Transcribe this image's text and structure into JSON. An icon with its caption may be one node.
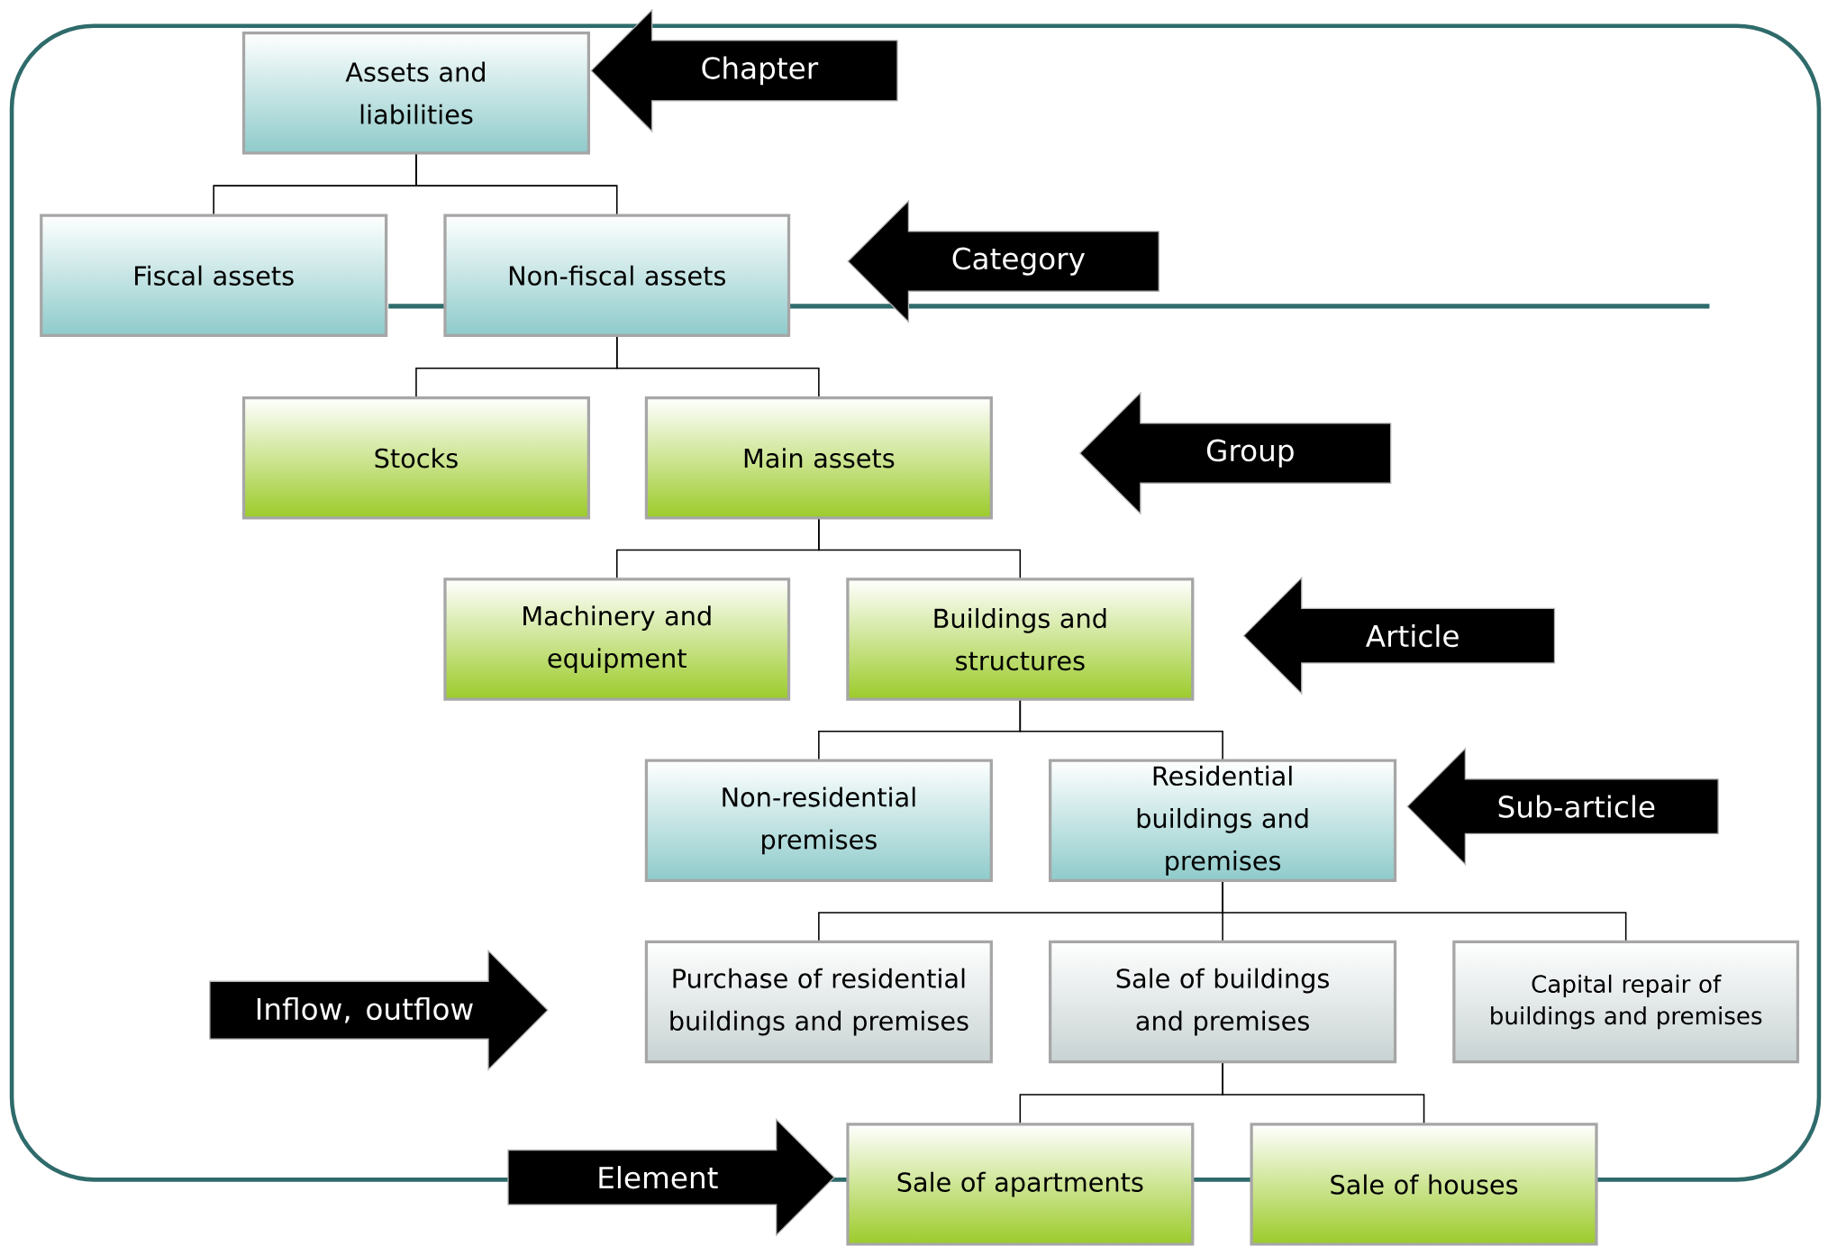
{
  "diagram": {
    "nodes": [
      {
        "text": [
          "Assets and liabilities"
        ]
      },
      {
        "text": [
          "Chapter"
        ]
      },
      {
        "text": [
          "Fiscal assets"
        ]
      },
      {
        "text": [
          "Non-fiscal assets"
        ]
      },
      {
        "text": [
          "Category"
        ]
      },
      {
        "text": [
          "Stocks"
        ]
      },
      {
        "text": [
          "Main assets"
        ]
      },
      {
        "text": [
          "Group"
        ]
      },
      {
        "text": [
          "Machinery and equipment"
        ]
      },
      {
        "text": [
          "Buildings and structures"
        ]
      },
      {
        "text": [
          "Article"
        ]
      },
      {
        "text": [
          "Non-residential premises"
        ]
      },
      {
        "text": [
          "Residential buildings and premises"
        ]
      },
      {
        "text": [
          "Sub-article"
        ]
      },
      {
        "text": [
          "Inflow, outflow"
        ]
      },
      {
        "text": [
          "Purchase of residential buildings and premises"
        ]
      },
      {
        "text": [
          "Sale of buildings and premises"
        ]
      },
      {
        "text": [
          "Capital repair of buildings and premises"
        ]
      },
      {
        "text": [
          "Element"
        ]
      },
      {
        "text": [
          "Sale of apartments"
        ]
      },
      {
        "text": [
          "Sale of houses"
        ]
      }
    ],
    "edges": [
      {
        "from": 0,
        "to": 2,
        "arrow": "none"
      },
      {
        "from": 0,
        "to": 3,
        "arrow": "none"
      },
      {
        "from": 3,
        "to": 5,
        "arrow": "none"
      },
      {
        "from": 3,
        "to": 6,
        "arrow": "none"
      },
      {
        "from": 6,
        "to": 8,
        "arrow": "none"
      },
      {
        "from": 6,
        "to": 9,
        "arrow": "none"
      },
      {
        "from": 9,
        "to": 11,
        "arrow": "none"
      },
      {
        "from": 9,
        "to": 12,
        "arrow": "none"
      },
      {
        "from": 12,
        "to": 15,
        "arrow": "none"
      },
      {
        "from": 12,
        "to": 16,
        "arrow": "none"
      },
      {
        "from": 12,
        "to": 17,
        "arrow": "none"
      },
      {
        "from": 16,
        "to": 19,
        "arrow": "none"
      },
      {
        "from": 16,
        "to": 20,
        "arrow": "none"
      }
    ]
  }
}
